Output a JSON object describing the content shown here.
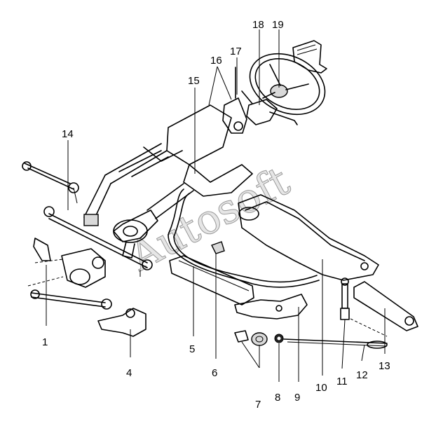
{
  "diagram": {
    "callouts": [
      "1",
      "4",
      "5",
      "6",
      "7",
      "8",
      "9",
      "10",
      "11",
      "12",
      "13",
      "14",
      "15",
      "16",
      "17",
      "18",
      "19"
    ]
  },
  "watermark": {
    "text": "Autosoft"
  }
}
